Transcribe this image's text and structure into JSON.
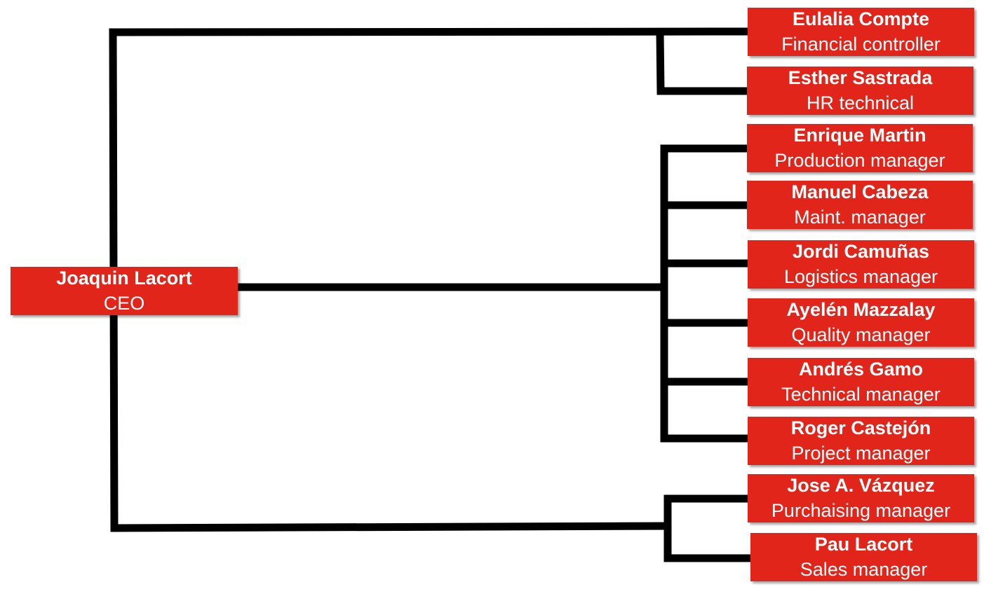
{
  "org": {
    "ceo": {
      "name": "Joaquin Lacort",
      "role": "CEO"
    },
    "reports": [
      {
        "name": "Eulalia Compte",
        "role": "Financial controller"
      },
      {
        "name": "Esther Sastrada",
        "role": "HR technical"
      },
      {
        "name": "Enrique Martin",
        "role": "Production manager"
      },
      {
        "name": "Manuel Cabeza",
        "role": "Maint. manager"
      },
      {
        "name": "Jordi Camuñas",
        "role": "Logistics manager"
      },
      {
        "name": "Ayelén Mazzalay",
        "role": "Quality manager"
      },
      {
        "name": "Andrés Gamo",
        "role": "Technical manager"
      },
      {
        "name": "Roger Castejón",
        "role": "Project manager"
      },
      {
        "name": "Jose A. Vázquez",
        "role": "Purchaising manager"
      },
      {
        "name": "Pau Lacort",
        "role": "Sales manager"
      }
    ]
  },
  "colors": {
    "box": "#e1251b",
    "text": "#ffffff",
    "connector": "#000000"
  }
}
